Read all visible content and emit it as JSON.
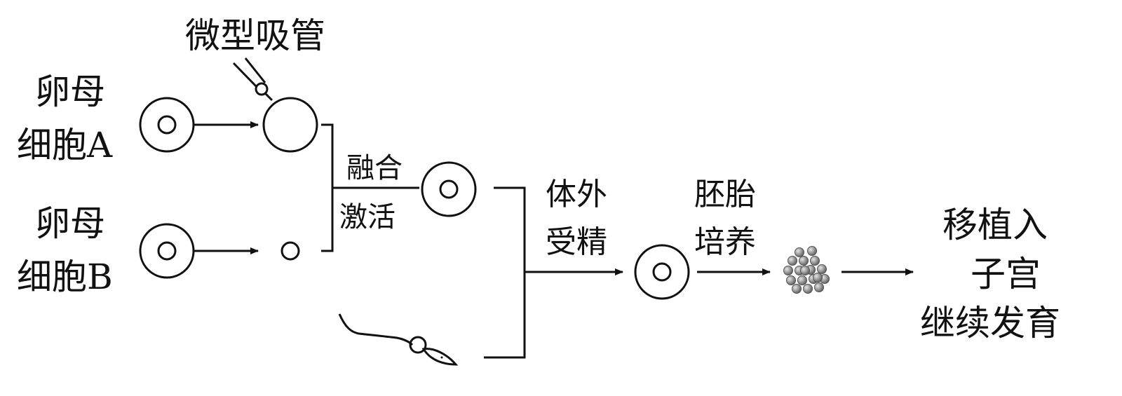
{
  "labels": {
    "micropipette": "微型吸管",
    "oocyte_a_line1": "卵母",
    "oocyte_a_line2": "细胞A",
    "oocyte_b_line1": "卵母",
    "oocyte_b_line2": "细胞B",
    "fusion_line1": "融合",
    "fusion_line2": "激活",
    "ivf_line1": "体外",
    "ivf_line2": "受精",
    "embryo_line1": "胚胎",
    "embryo_line2": "培养",
    "final_line1": "移植入",
    "final_line2": "子宫",
    "final_line3": "继续发育"
  }
}
